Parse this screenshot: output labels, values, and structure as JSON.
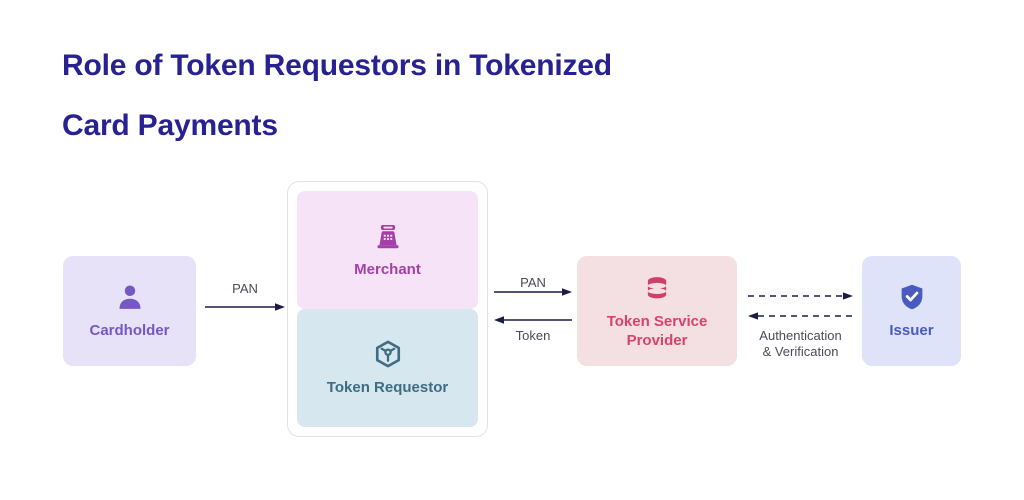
{
  "title": {
    "line1": "Role of Token Requestors in Tokenized",
    "line2": "Card Payments",
    "color": "#272191"
  },
  "nodes": [
    {
      "id": "cardholder",
      "label": "Cardholder",
      "icon": "person-icon",
      "bg": "#e8e2f9",
      "fg": "#7558c6"
    },
    {
      "id": "merchant",
      "label": "Merchant",
      "icon": "cash-register-icon",
      "bg": "#f6e3f8",
      "fg": "#a53fa8"
    },
    {
      "id": "token_requestor",
      "label": "Token Requestor",
      "icon": "cube-icon",
      "bg": "#d6e7ef",
      "fg": "#3e6c82"
    },
    {
      "id": "token_service_provider",
      "label": "Token Service Provider",
      "label_line1": "Token Service",
      "label_line2": "Provider",
      "icon": "database-icon",
      "bg": "#f4dfe3",
      "fg": "#d8436e"
    },
    {
      "id": "issuer",
      "label": "Issuer",
      "icon": "shield-check-icon",
      "bg": "#dfe3fa",
      "fg": "#4a5bc0"
    }
  ],
  "connectors": [
    {
      "id": "cardholder_to_merchant",
      "label": "PAN",
      "direction": "right",
      "style": "solid",
      "color": "#1b1b46"
    },
    {
      "id": "acceptance_to_tsp",
      "label": "PAN",
      "direction": "right",
      "style": "solid",
      "color": "#1b1b46"
    },
    {
      "id": "tsp_to_acceptance",
      "label": "Token",
      "direction": "left",
      "style": "solid",
      "color": "#1b1b46"
    },
    {
      "id": "tsp_to_issuer",
      "label": "Authentication & Verification",
      "label_line1": "Authentication",
      "label_line2": "& Verification",
      "direction": "bidirectional",
      "style": "dashed",
      "color": "#1b1b46"
    }
  ]
}
